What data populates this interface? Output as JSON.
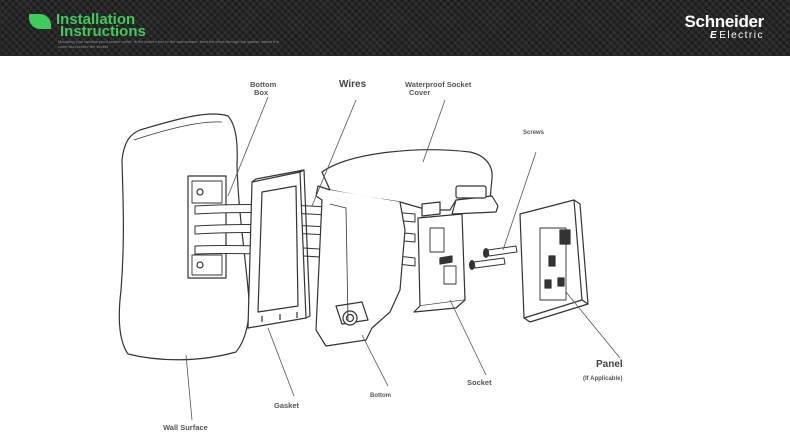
{
  "header": {
    "title_line1": "Installation",
    "title_line2": "Instructions",
    "subtext": "Mounting your weatherproof socket outlet: fit the bottom box to the wall surface, feed the wires through the gasket, attach the cover and secure the socket.",
    "brand_line1": "Schneider",
    "brand_line2": "Electric",
    "brand_mark": "E",
    "brand_color": "#3dcd58"
  },
  "labels": {
    "bottom_box_1": "Bottom",
    "bottom_box_2": "Box",
    "wires": "Wires",
    "cover_1": "Waterproof Socket",
    "cover_2": "Cover",
    "screws": "Screws",
    "panel": "Panel",
    "panel_note": "(If Applicable)",
    "socket": "Socket",
    "bottom": "Bottom",
    "gasket": "Gasket",
    "wall_surface": "Wall Surface"
  },
  "icons": {
    "logo": "leaf-icon",
    "brand_symbol": "schneider-e-icon"
  }
}
